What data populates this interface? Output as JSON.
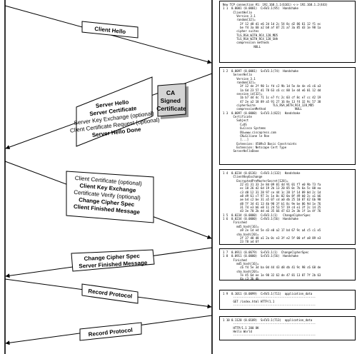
{
  "flows": {
    "client_hello": [
      "Client Hello"
    ],
    "server_hello": [
      "Server Hello",
      "Server Certificate",
      "Server Key Exchange (optional)",
      "Client Certificate Request (optional)",
      "Server Hello Done"
    ],
    "ca_badge": [
      "CA",
      "Signed",
      "Certificate"
    ],
    "client_key": [
      "Client Certificate (optional)",
      "Client Key Exchange",
      "Certificate Verify (optional)",
      "Change Cipher Spec",
      "Client Finished Message"
    ],
    "change_cipher": [
      "Change Cipher Spec",
      "Server Finished Message"
    ],
    "record_1": [
      "Record Protocol"
    ],
    "record_2": [
      "Record Protocol"
    ]
  },
  "trace": {
    "box1": "New TCP connection #1: 192.168.1.1(6161) <-> 192.168.1.2(443)\n1 1  0.0001 (0.0001)  C>SV3.1(95)  Handshake\n      ClientHello\n        Version 3.1\n        random[32]=\n          2f 12 d8 d1 e6 2d 1d 2c 54 8c d2 86 61 12 f1 ec\n          be f4 3a 60 a2 b8 af 07 21 a7 3a 85 d3 1e 98 1a\n        cipher suites\n        TLS_RSA_WITH_RC4_128_MD5\n        TLS_RSA_WITH_RC4_128_SHA\n        compression methods\n                  NULL",
    "box2": "1 2  0.0097 (0.0081)  S>CV3.1(74)  Handshake\n      ServerHello\n        Version 3.1\n        random[32]=\n          3f 12 de 2f 90 1c fd c2 9b 1d 5e 4e 4e c6 c6 a3\n          1a 6d 23 57 d1 78 63 c6 cc 88 1e d4 e6 01 12 dd\n        session_id[32]=\n          1b b7 d4 4c 71 1c e7 fc 2c 03 cf 8c e7 cc 42 19\n          47 2e a2 18 89 a5 91 27 16 8e 13 f4 32 9c 57 38\n        cipherSuite          TLS_RSA_WITH_RC4_128_MD5\n        compressionMethod                 NULL\n1 3  0.0097 (0.0000)  S>CV3.1(822)  Handshake\n      Certificate\n        Subject\n          C=US\n          O=Cisco Systems\n          OU=www.ciscopress.com\n          CN=Giliane le Roe\n          [...]\n        Extension: X509v3 Basic Constraints\n        Extension: Netscape Cert Type\n      ServerHelloDone",
    "box3": "1 4  0.0234 (0.0136)  C>SV3.1(132)  Handshake\n      ClientKeyExchange\n        EncryptedPreMasterSecret[128]=\n          22 d1 31 33 2e 8d 09 01 4d 91 01 f7 e0 9b 73 fa\n          ec 18 26 d2 6d 19 2b 13 20 85 0c 7b 6a 5c 08 ea\n          c3 d8 12 31 28 97 ce 44 1c 28 1f 14 89 0d 2c 1d\n          a8 d9 61 c7 97 3c 1e 0c 02 0a 8f 49 b0 2c a1 b6\n          ae b4 c2 be 31 a5 07 cd a0 db 25 10 87 62 6b 98\n          d8 7f 34 41 13 4b 98 3f b1 8c 9e be 86 9d 1e 76\n          31 74 e3 b6 e8 11 24 53 57 19 c4 e1 3f 2c 14 25\n          d3 3e 70 2b dd a6 35 66 47 63 2e 3b 1f 1a 4f 76\n1 5  0.0234 (0.0000)  C>SV3.1(1)   ChangeCipherSpec\n1 6  0.0234 (0.0000)  C>SV3.1(56)  Handshake\n      Finished\n        md5_hash[16]=\n          a9 2e 1d e4 5e d3 e0 a2 17 bd 67 9c a4 c5 c1 e5\n        sha_hash[20]=\n          2f 37 d8 d8 a1 2a 0c e3 3f e2 5f 00 af a8 89 e3\n          23 78 a4 6f",
    "box4": "1 7  0.0911 (0.0679)  S>CV3.1(1)  ChangeCipherSpec\n1 8  0.0911 (0.0000)  S>CV3.1(56)  Handshake\n      Finished\n        md5_hash[16]=\n          c6 f4 5e 3d ba 0d 44 43 d8 db 41 9c 98 c6 68 de\n        sha_hash[20]=\n          7e 45 6d ee 1e 98 32 62 de 47 81 13 87 7f 2b 63\n          4a c3 3b db",
    "box5": "1 9  0.1011 (0.0099)  C>SV3.1(711)  application_data\n      ------------------------------------------------\n      GET /index.html HTTP/1.1\n      ------------------------------------------------",
    "box6": "1 10 0.1120 (0.0109)  S>CV3.1(713)  application_data\n      ------------------------------------------------\n      HTTP/1.1 200 OK\n      Hello World\n      ------------------------------------------------"
  }
}
